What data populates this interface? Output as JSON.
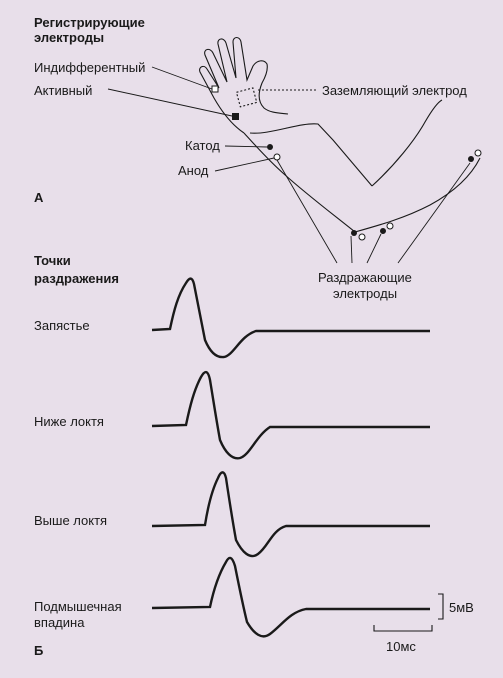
{
  "section_a": {
    "heading_line1": "Регистрирующие",
    "heading_line2": "электроды",
    "label_indifferent": "Индифферентный",
    "label_active": "Активный",
    "label_ground": "Заземляющий электрод",
    "label_cathode": "Катод",
    "label_anode": "Анод",
    "panel_letter": "А",
    "stimulating_line1": "Раздражающие",
    "stimulating_line2": "электроды"
  },
  "section_b": {
    "heading_line1": "Точки",
    "heading_line2": "раздражения",
    "panel_letter": "Б",
    "traces": [
      {
        "label_lines": [
          "Запястье"
        ]
      },
      {
        "label_lines": [
          "Ниже локтя"
        ]
      },
      {
        "label_lines": [
          "Выше локтя"
        ]
      },
      {
        "label_lines": [
          "Подмышечная",
          "впадина"
        ]
      }
    ],
    "scale_amplitude": "5мВ",
    "scale_time": "10мс"
  },
  "colors": {
    "background": "#e8dfea",
    "ink": "#1a1a1a"
  }
}
